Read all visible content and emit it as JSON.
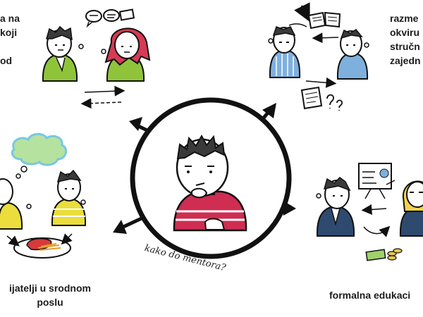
{
  "top_left_label": [
    "a na",
    "koji",
    "",
    "od"
  ],
  "top_right_label": [
    "razme",
    "okviru",
    "stručn",
    "zajedn"
  ],
  "bottom_left_label": [
    "ijatelji u srodnom",
    "poslu"
  ],
  "bottom_right_label": "formalna edukaci",
  "center_caption": "kako do mentora?",
  "colors": {
    "center_shirt": "#cf2d52",
    "top_left_shirts": "#8fc43a",
    "top_left_hair_red": "#d63a55",
    "top_right_shirts": "#7fb0dd",
    "bottom_left_shirts": "#eadd3c",
    "bottom_left_cloud": "#79c7e0",
    "bottom_right_jacket": "#2e4a6f",
    "bottom_right_hair_blonde": "#f0d34a"
  }
}
